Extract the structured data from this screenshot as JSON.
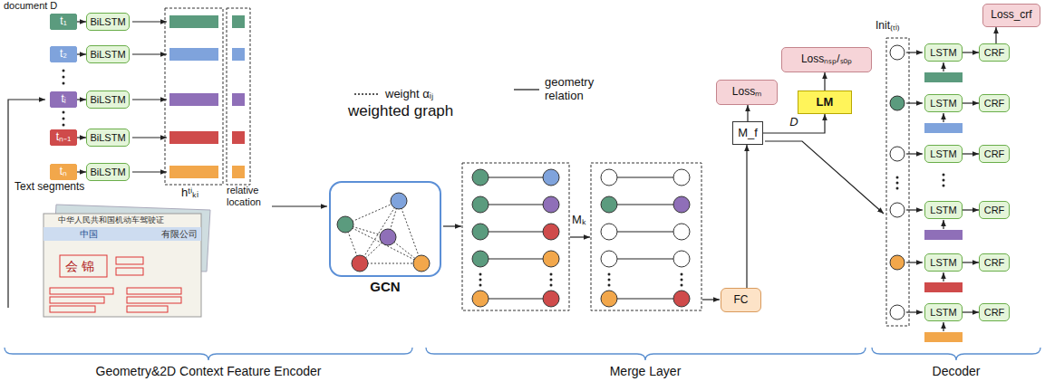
{
  "diagram": {
    "nodes": [
      {
        "text": [
          "t₁"
        ]
      },
      {
        "text": [
          "BiLSTM"
        ]
      },
      {
        "text": [
          "t₂"
        ]
      },
      {
        "text": [
          "BiLSTM"
        ]
      },
      {
        "text": [
          "tᵢ"
        ]
      },
      {
        "text": [
          "BiLSTM"
        ]
      },
      {
        "text": [
          "tₙ₋₁"
        ]
      },
      {
        "text": [
          "BiLSTM"
        ]
      },
      {
        "text": [
          "tₙ"
        ]
      },
      {
        "text": [
          "BiLSTM"
        ]
      },
      {
        "text": [
          "GCN"
        ]
      },
      {
        "text": [
          "Lossₘ"
        ]
      },
      {
        "text": [
          "M_f"
        ]
      },
      {
        "text": [
          "FC"
        ]
      },
      {
        "text": [
          "Lossₙₛₚ/ₛₒₚ"
        ]
      },
      {
        "text": [
          "LM"
        ]
      },
      {
        "text": [
          "Loss_crf"
        ]
      },
      {
        "text": [
          "LSTM"
        ]
      },
      {
        "text": [
          "CRF"
        ]
      },
      {
        "text": [
          "LSTM"
        ]
      },
      {
        "text": [
          "CRF"
        ]
      },
      {
        "text": [
          "LSTM"
        ]
      },
      {
        "text": [
          "CRF"
        ]
      },
      {
        "text": [
          "LSTM"
        ]
      },
      {
        "text": [
          "CRF"
        ]
      },
      {
        "text": [
          "LSTM"
        ]
      },
      {
        "text": [
          "CRF"
        ]
      },
      {
        "text": [
          "LSTM"
        ]
      },
      {
        "text": [
          "CRF"
        ]
      }
    ],
    "edges": [
      {
        "from": 0,
        "to": 1,
        "arrow": "to"
      },
      {
        "from": 2,
        "to": 3,
        "arrow": "to"
      },
      {
        "from": 4,
        "to": 5,
        "arrow": "to"
      },
      {
        "from": 6,
        "to": 7,
        "arrow": "to"
      },
      {
        "from": 8,
        "to": 9,
        "arrow": "to"
      },
      {
        "from": 13,
        "to": 12,
        "arrow": "to"
      },
      {
        "from": 12,
        "to": 11,
        "arrow": "to"
      },
      {
        "from": 12,
        "to": 15,
        "label": "D",
        "arrow": "to"
      },
      {
        "from": 15,
        "to": 14,
        "arrow": "to"
      },
      {
        "from": 17,
        "to": 18,
        "arrow": "to"
      },
      {
        "from": 19,
        "to": 20,
        "arrow": "to"
      },
      {
        "from": 21,
        "to": 22,
        "arrow": "to"
      },
      {
        "from": 23,
        "to": 24,
        "arrow": "to"
      },
      {
        "from": 25,
        "to": 26,
        "arrow": "to"
      },
      {
        "from": 27,
        "to": 28,
        "arrow": "to"
      },
      {
        "from": 18,
        "to": 16,
        "arrow": "to"
      }
    ],
    "labels": [
      "document D",
      "Text segments",
      "hᵗⁱₖᵢ",
      "relative location",
      "weighted graph",
      "Mₖ",
      "Init₍ₜᵢ₎",
      "中华人民共和国机动车驾驶证",
      "中国",
      "有限公司",
      "会 锦",
      "Geometry&2D Context Feature Encoder",
      "Merge Layer",
      "Decoder"
    ],
    "legend": [
      {
        "text": "weight αᵢⱼ"
      },
      {
        "text": "geometry relation"
      }
    ]
  }
}
